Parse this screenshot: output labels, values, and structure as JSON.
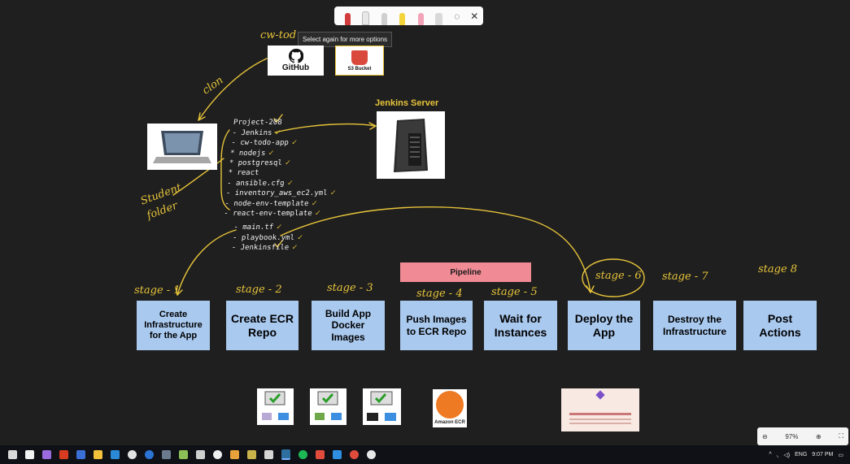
{
  "toolbar": {
    "pens": [
      {
        "name": "red-pen",
        "color": "#d13b3b"
      },
      {
        "name": "white-pen",
        "color": "#e8e8e8"
      },
      {
        "name": "gray-pen",
        "color": "#cfcfcf"
      },
      {
        "name": "yellow-pen",
        "color": "#f3d43a"
      },
      {
        "name": "pink-highlighter",
        "color": "#f3a3b8"
      },
      {
        "name": "eraser",
        "color": "#d9d9d9"
      }
    ],
    "lasso_icon": "lasso-icon",
    "close_icon": "close-icon",
    "close_glyph": "✕",
    "lasso_glyph": "◌",
    "tooltip": "Select again for more options"
  },
  "cards": {
    "github": "GitHub",
    "s3": "S3 Bucket",
    "jenkins_title": "Jenkins Server",
    "ecr": "Amazon ECR"
  },
  "handwriting": {
    "cw_todo": "cw-tod",
    "clone": "clon",
    "student_folder_1": "Student",
    "student_folder_2": "folder",
    "folder_list": [
      "Project-208",
      "- Jenkins",
      "- cw-todo-app",
      "  * nodejs",
      "  * postgresql",
      "  * react",
      "- ansible.cfg",
      "- inventory_aws_ec2.yml",
      "- node-env-template",
      "- react-env-template"
    ],
    "folder_checks": [
      true,
      true,
      true,
      true,
      true,
      false,
      true,
      true,
      true,
      true
    ],
    "files_list": [
      "- main.tf",
      "- playbook.yml",
      "- Jenkinsfile"
    ],
    "files_checks": [
      true,
      true,
      true
    ],
    "stage_labels": [
      "stage - 1",
      "stage - 2",
      "stage - 3",
      "stage - 4",
      "stage - 5",
      "stage - 6",
      "stage - 7",
      "stage 8"
    ]
  },
  "pipeline_label": "Pipeline",
  "stages": [
    "Create Infrastructure for the App",
    "Create ECR Repo",
    "Build App Docker Images",
    "Push Images to ECR Repo",
    "Wait for Instances",
    "Deploy the App",
    "Destroy the Infrastructure",
    "Post Actions"
  ],
  "zoom": {
    "level": "97%",
    "zoom_out_icon": "zoom-out-icon",
    "zoom_in_icon": "zoom-in-icon",
    "fit_icon": "fit-screen-icon"
  },
  "taskbar": {
    "apps": [
      "start-icon",
      "files-icon",
      "pen-app-icon",
      "office-icon",
      "mail-icon",
      "explorer-icon",
      "vscode-icon",
      "chrome-icon",
      "app-icon",
      "virtualbox-icon",
      "notepad-icon",
      "git-icon",
      "sublime-icon",
      "node-icon",
      "terminal-icon",
      "whiteboard-icon",
      "spotify-icon",
      "pdf-icon",
      "settings-icon",
      "word-icon",
      "chrome-alt-icon"
    ],
    "lang": "ENG",
    "time": "9:07 PM"
  }
}
